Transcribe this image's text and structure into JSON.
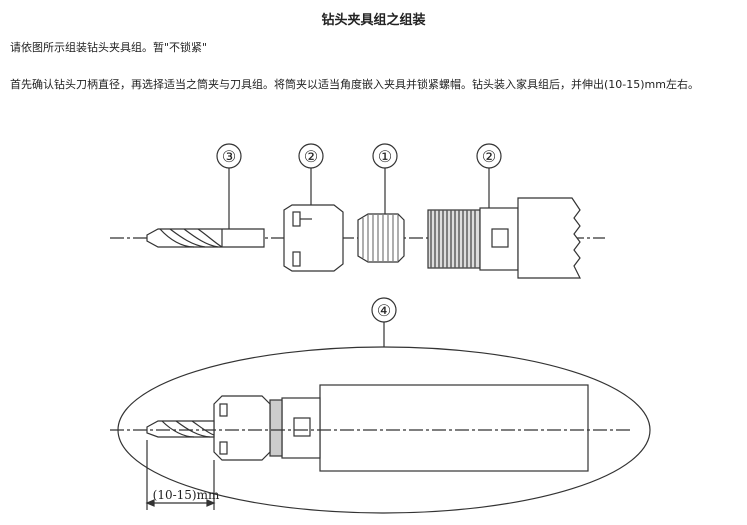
{
  "title": "钻头夹具组之组装",
  "instructions": {
    "line1": "请依图所示组装钻头夹具组。暂\"不锁紧\"",
    "line2": "首先确认钻头刀柄直径，再选择适当之筒夹与刀具组。将筒夹以适当角度嵌入夹具并锁紧螺帽。钻头装入家具组后，并伸出(10-15)mm左右。"
  },
  "diagram": {
    "callouts": {
      "drill_bit": "③",
      "nut": "②",
      "collet": "①",
      "holder": "②",
      "assembly": "④"
    },
    "dimension_label": "(10-15)mm"
  },
  "colors": {
    "line": "#333333",
    "fill": "#ffffff",
    "thread": "#555555"
  }
}
